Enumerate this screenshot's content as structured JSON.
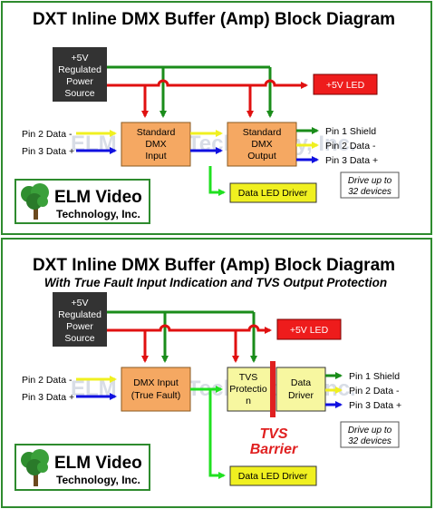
{
  "watermark": "ELM Video Technology, Inc.",
  "colors": {
    "border": "#2e8b2e",
    "power_red": "#e01010",
    "ground_green": "#1a8c1a",
    "data_minus_yellow": "#f0f020",
    "data_plus_blue": "#1010e0",
    "led_green": "#20e020",
    "box_orange": "#f5a862",
    "box_yellow": "#f7f7a0",
    "box_dark": "#333333",
    "led_red": "#ee1c1c"
  },
  "top": {
    "title": "DXT Inline DMX Buffer (Amp) Block Diagram",
    "power": [
      "+5V",
      "Regulated",
      "Power",
      "Source"
    ],
    "led": "+5V LED",
    "dmx_in": [
      "Standard",
      "DMX",
      "Input"
    ],
    "dmx_out": [
      "Standard",
      "DMX",
      "Output"
    ],
    "pin2_in": "Pin 2 Data -",
    "pin3_in": "Pin 3 Data +",
    "pin1_out": "Pin 1 Shield",
    "pin2_out": "Pin 2 Data -",
    "pin3_out": "Pin 3 Data +",
    "data_led": "Data LED Driver",
    "drive": [
      "Drive up to",
      "32 devices"
    ],
    "logo": {
      "line1": "ELM Video",
      "line2": "Technology, Inc."
    }
  },
  "bottom": {
    "title": "DXT Inline DMX Buffer (Amp) Block Diagram",
    "subtitle": "With True Fault Input Indication and TVS Output Protection",
    "power": [
      "+5V",
      "Regulated",
      "Power",
      "Source"
    ],
    "led": "+5V LED",
    "dmx_in": [
      "DMX Input",
      "(True Fault)"
    ],
    "tvs_prot": [
      "TVS",
      "Protectio",
      "n"
    ],
    "data_driver": [
      "Data",
      "Driver"
    ],
    "pin2_in": "Pin 2 Data -",
    "pin3_in": "Pin 3 Data +",
    "pin1_out": "Pin 1 Shield",
    "pin2_out": "Pin 2 Data -",
    "pin3_out": "Pin 3 Data +",
    "data_led": "Data LED Driver",
    "tvs_barrier": [
      "TVS",
      "Barrier"
    ],
    "drive": [
      "Drive up to",
      "32 devices"
    ],
    "logo": {
      "line1": "ELM Video",
      "line2": "Technology, Inc."
    }
  }
}
